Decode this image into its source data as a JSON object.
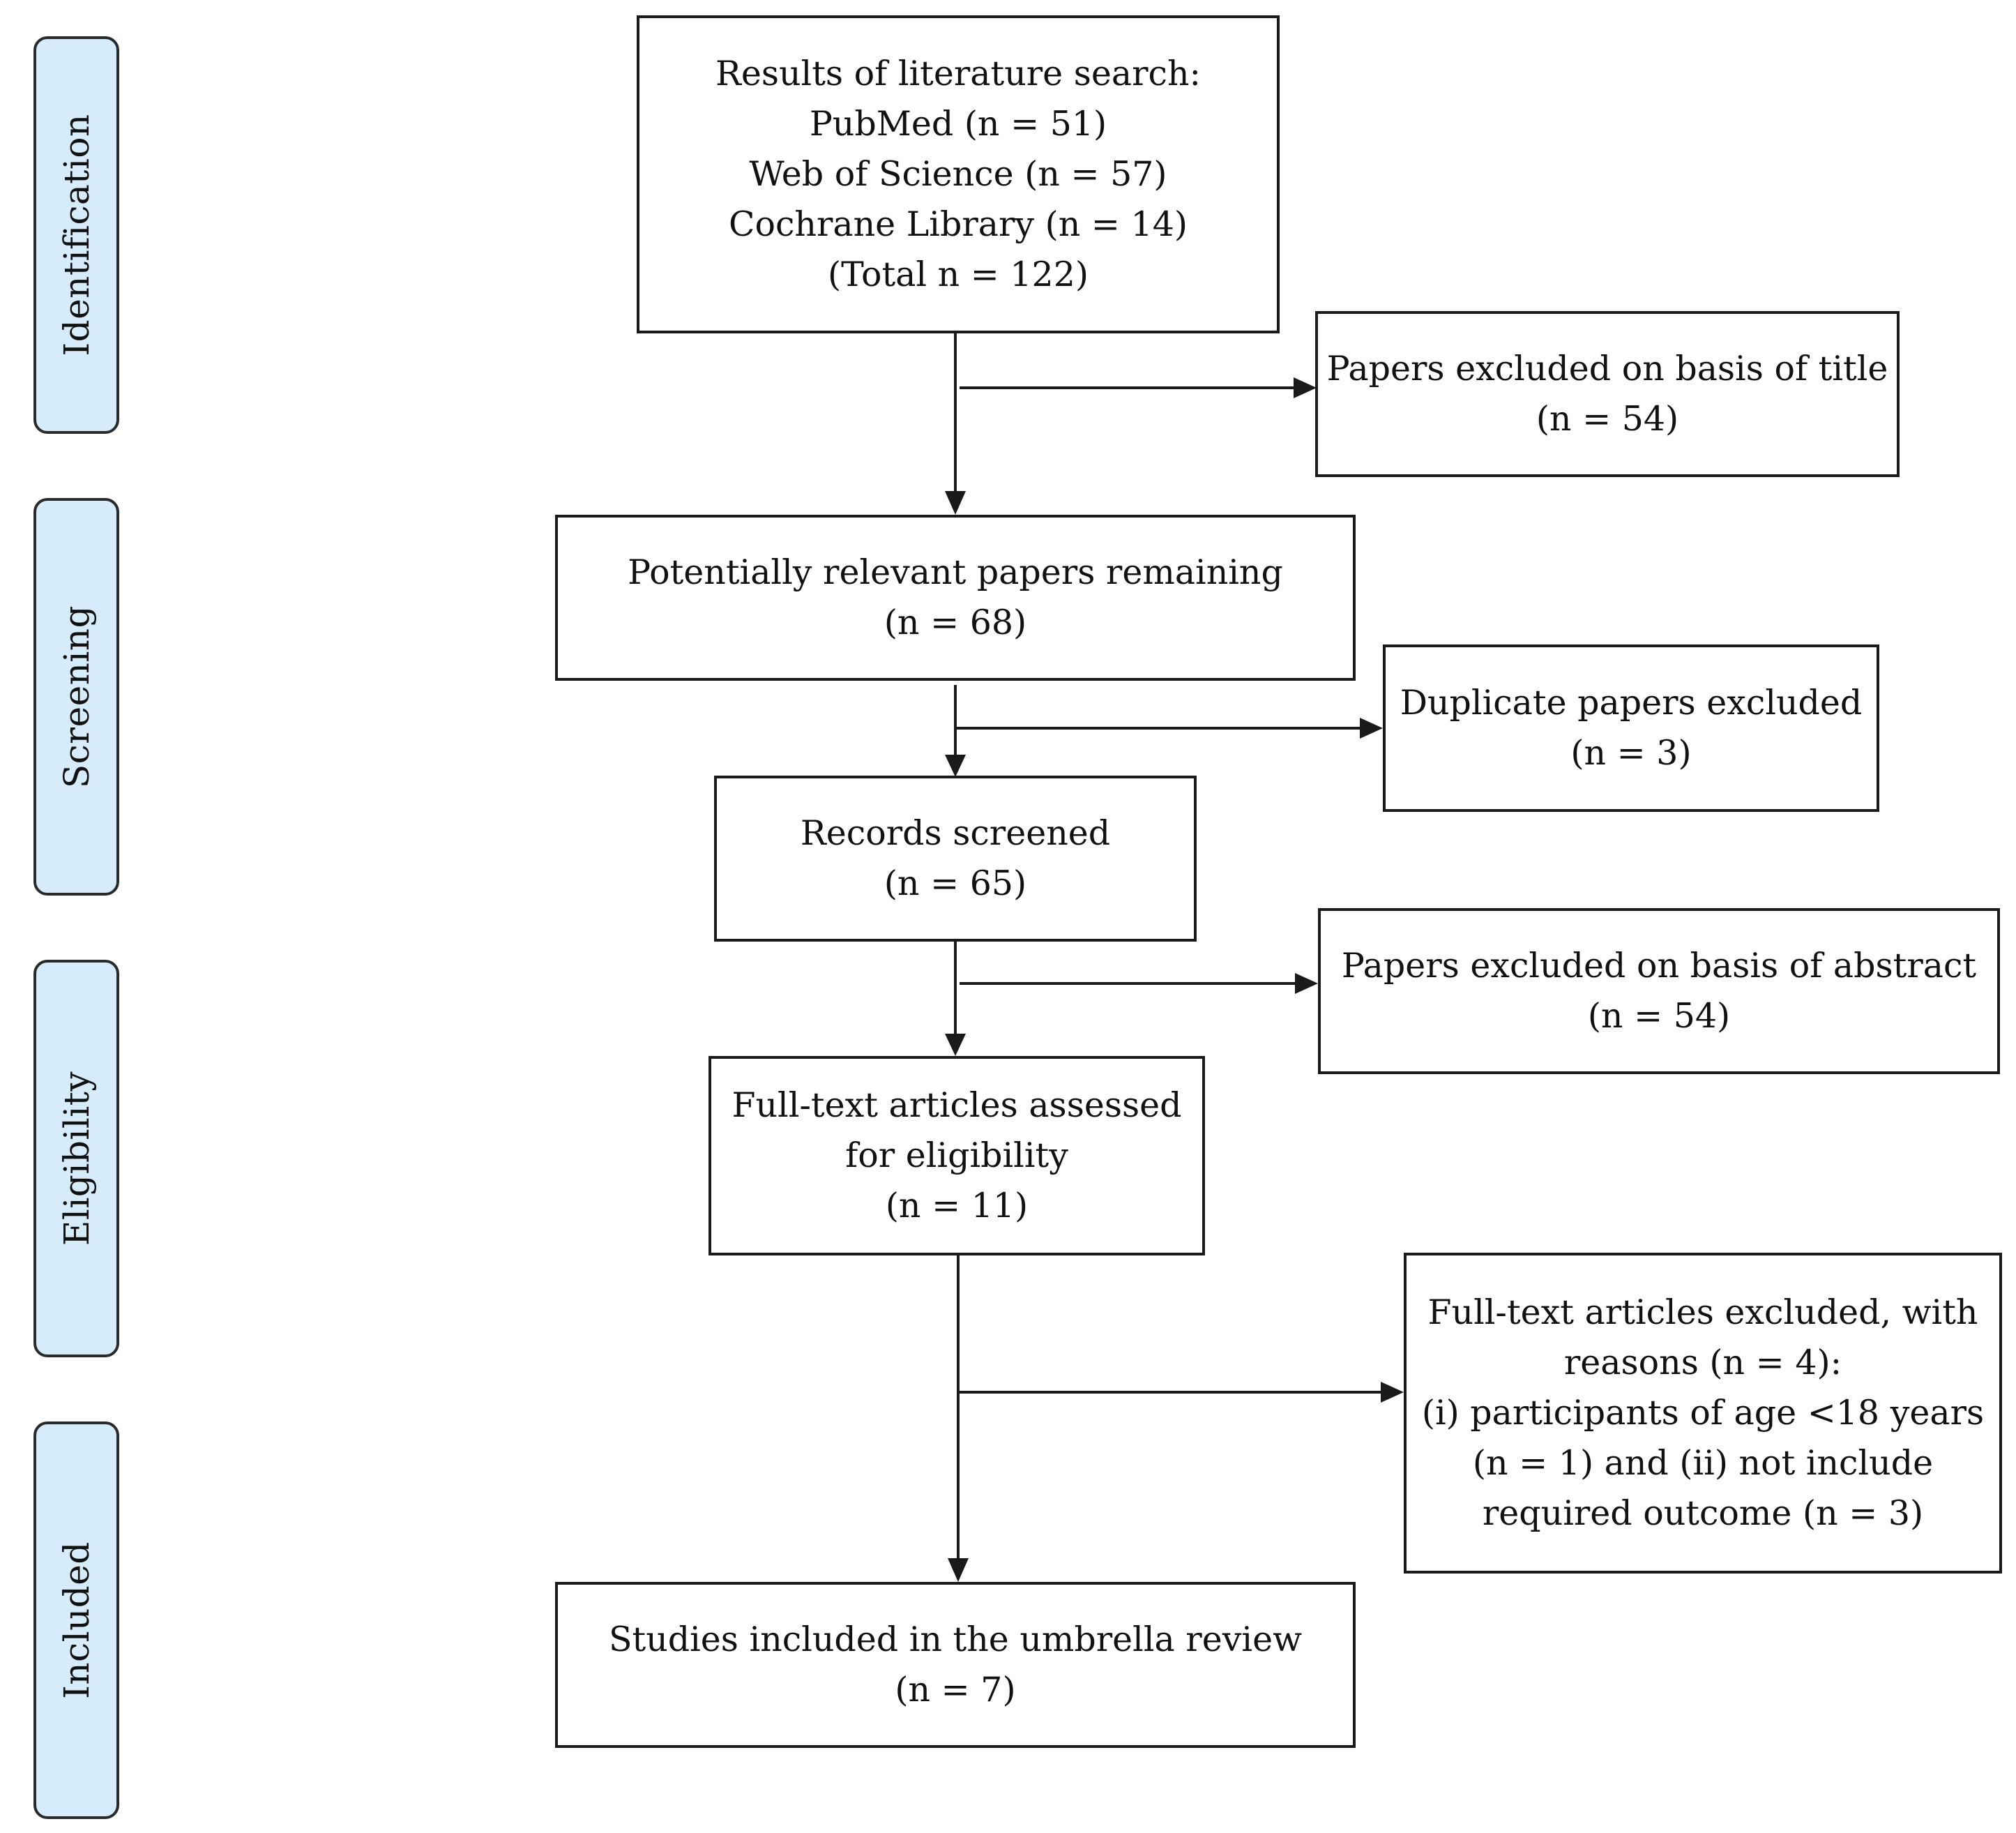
{
  "stages": {
    "identification": "Identification",
    "screening": "Screening",
    "eligibility": "Eligibility",
    "included": "Included"
  },
  "boxes": {
    "search": [
      "Results of literature search:",
      "PubMed (n = 51)",
      "Web of Science (n = 57)",
      "Cochrane Library (n = 14)",
      "(Total n = 122)"
    ],
    "excluded_title": [
      "Papers excluded on basis of title",
      "(n = 54)"
    ],
    "relevant": [
      "Potentially relevant papers remaining",
      "(n = 68)"
    ],
    "duplicates": [
      "Duplicate papers excluded",
      "(n = 3)"
    ],
    "screened": [
      "Records screened",
      "(n = 65)"
    ],
    "excluded_abstract": [
      "Papers excluded on basis of abstract",
      "(n = 54)"
    ],
    "fulltext": [
      "Full-text articles assessed",
      "for eligibility",
      "(n = 11)"
    ],
    "excluded_fulltext": [
      "Full-text articles excluded, with",
      "reasons (n = 4):",
      "(i) participants of age <18 years",
      "(n = 1) and (ii) not include",
      "required outcome (n = 3)"
    ],
    "included": [
      "Studies included in the umbrella review",
      "(n = 7)"
    ]
  }
}
